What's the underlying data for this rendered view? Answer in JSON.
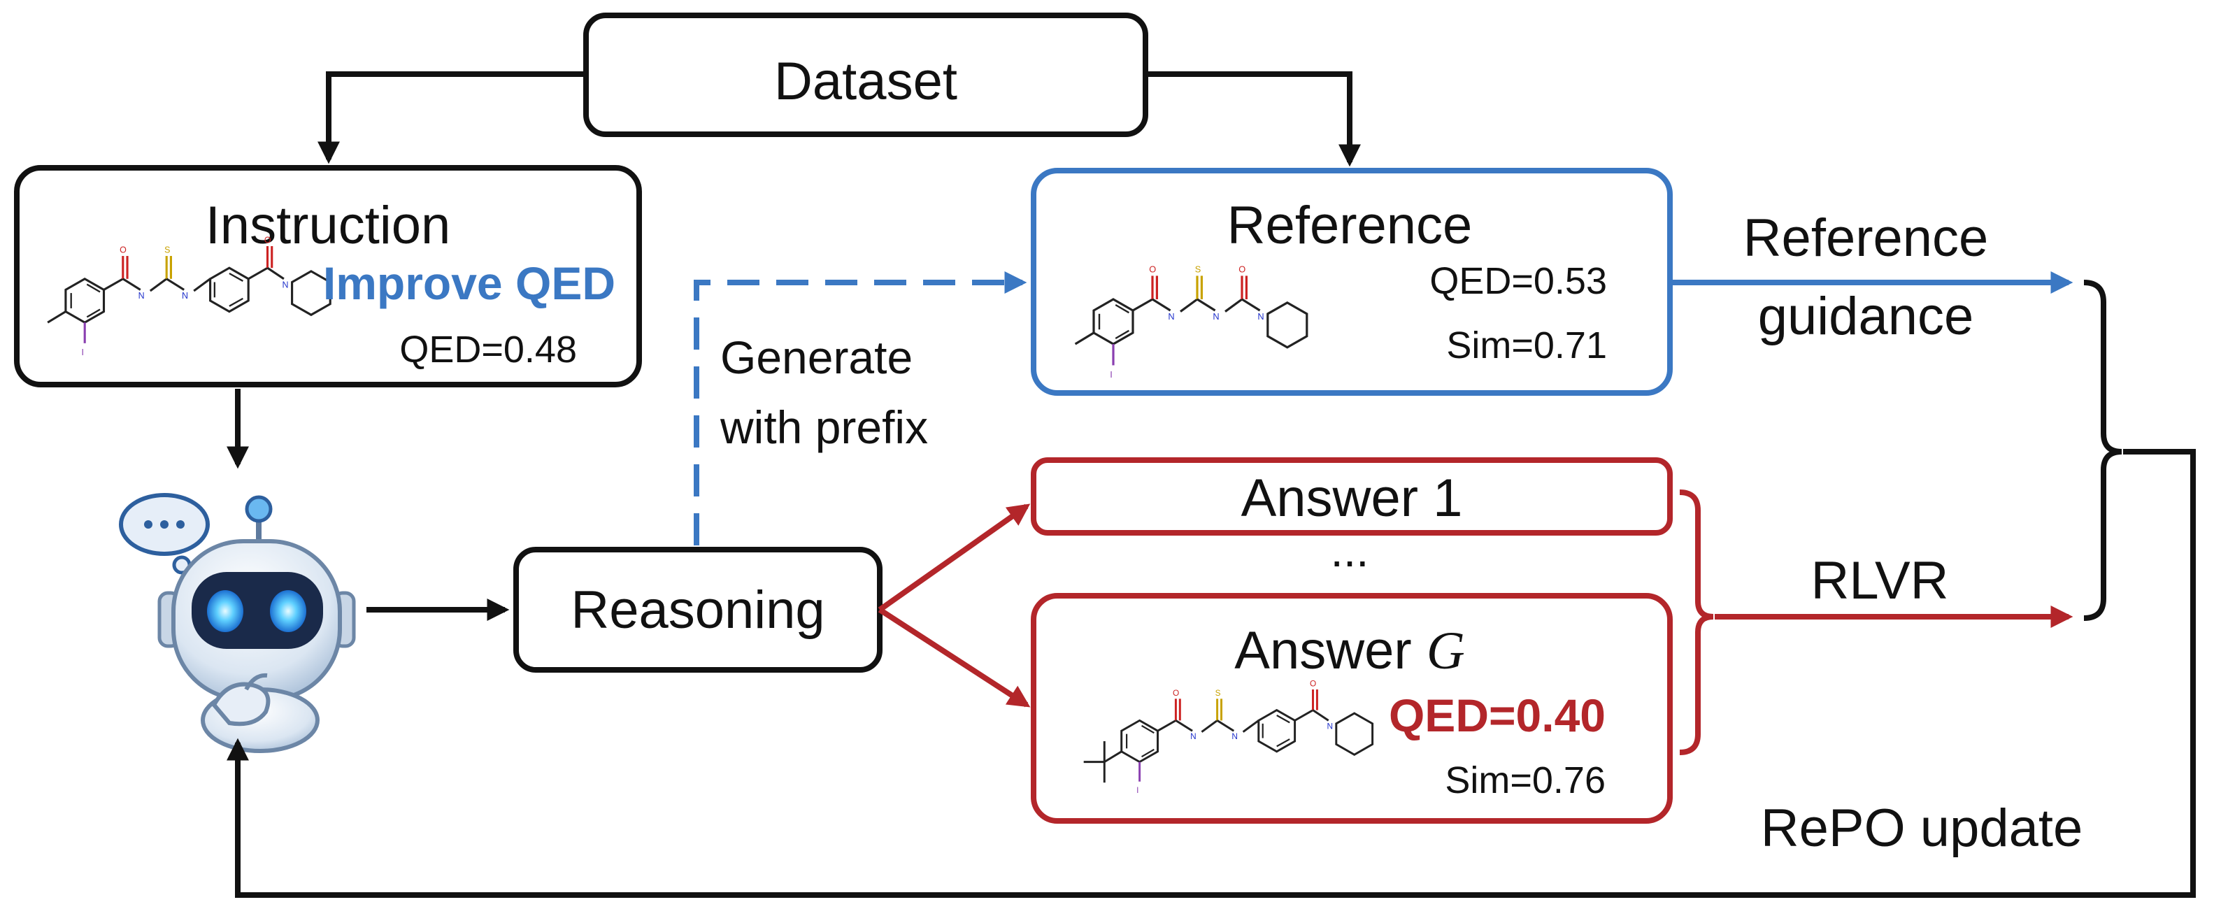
{
  "nodes": {
    "dataset": "Dataset",
    "instruction": {
      "title": "Instruction",
      "task": "Improve QED",
      "qed": "QED=0.48"
    },
    "reference": {
      "title": "Reference",
      "qed": "QED=0.53",
      "sim": "Sim=0.71"
    },
    "reasoning": "Reasoning",
    "answer_1": "Answer 1",
    "ellipsis": "...",
    "answer_g": {
      "title_prefix": "Answer ",
      "title_var": "G",
      "qed": "QED=0.40",
      "sim": "Sim=0.76"
    }
  },
  "edge_labels": {
    "generate_line1": "Generate",
    "generate_line2": "with prefix",
    "ref_guidance_line1": "Reference",
    "ref_guidance_line2": "guidance",
    "rlvr": "RLVR",
    "repo_update": "RePO update"
  },
  "icons": {
    "agent": "robot-thinking-icon",
    "molecule": "molecule-structure-icon"
  },
  "colors": {
    "black": "#111111",
    "blue": "#3b78c3",
    "red": "#b3262a"
  }
}
